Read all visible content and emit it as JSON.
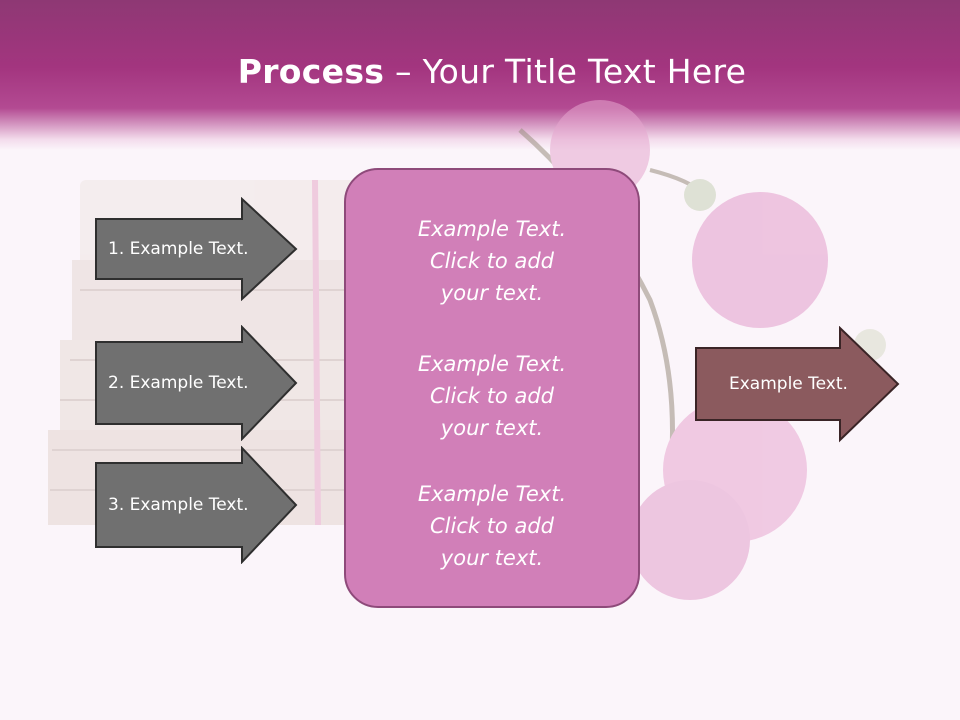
{
  "slide": {
    "title_bold": "Process",
    "title_rest": " – Your Title Text Here",
    "colors": {
      "header": "#a3357f",
      "center_box": "#d17fb8",
      "step_arrow": "#707070",
      "result_arrow": "#8b5a5e"
    }
  },
  "steps": [
    {
      "label": "1. Example Text."
    },
    {
      "label": "2. Example Text."
    },
    {
      "label": "3. Example Text."
    }
  ],
  "center_items": [
    {
      "text": "Example Text.\nClick  to add\nyour text."
    },
    {
      "text": "Example Text.\nClick  to add\nyour text."
    },
    {
      "text": "Example Text.\nClick  to add\nyour text."
    }
  ],
  "result": {
    "label": "Example Text."
  }
}
